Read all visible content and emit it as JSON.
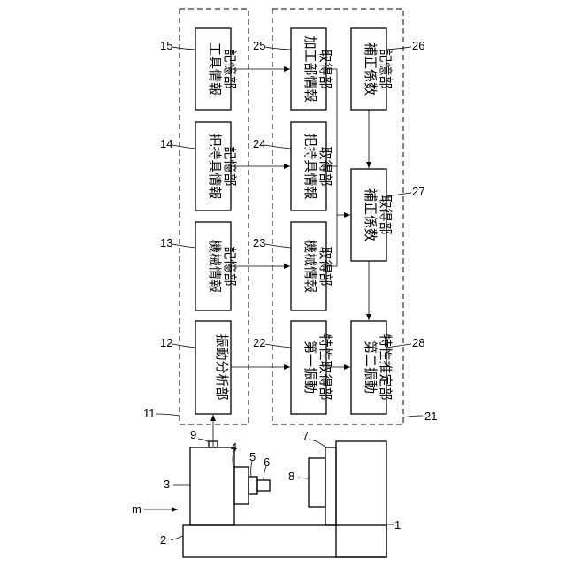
{
  "blocks": {
    "tool_info_storage": [
      "工具情報",
      "記憶部"
    ],
    "holder_info_storage": [
      "把持具情報",
      "記憶部"
    ],
    "machine_info_storage": [
      "機械情報",
      "記憶部"
    ],
    "vibration_analysis": [
      "振動分析部"
    ],
    "processing_info_acq": [
      "加工部情報",
      "取得部"
    ],
    "holder_info_acq": [
      "把持具情報",
      "取得部"
    ],
    "machine_info_acq": [
      "機械情報",
      "取得部"
    ],
    "first_vibration_acq": [
      "第一振動",
      "特性取得部"
    ],
    "correction_storage": [
      "補正係数",
      "記憶部"
    ],
    "correction_acq": [
      "補正係数",
      "取得部"
    ],
    "second_vibration_est": [
      "第二振動",
      "特性推定部"
    ]
  },
  "refs": {
    "r15": "15",
    "r14": "14",
    "r13": "13",
    "r12": "12",
    "r25": "25",
    "r24": "24",
    "r23": "23",
    "r22": "22",
    "r26": "26",
    "r27": "27",
    "r28": "28",
    "r11": "11",
    "r21": "21",
    "r9": "9",
    "r4": "4",
    "r5": "5",
    "r6": "6",
    "r7": "7",
    "r8": "8",
    "r3": "3",
    "r2": "2",
    "r1": "1",
    "m": "m"
  }
}
